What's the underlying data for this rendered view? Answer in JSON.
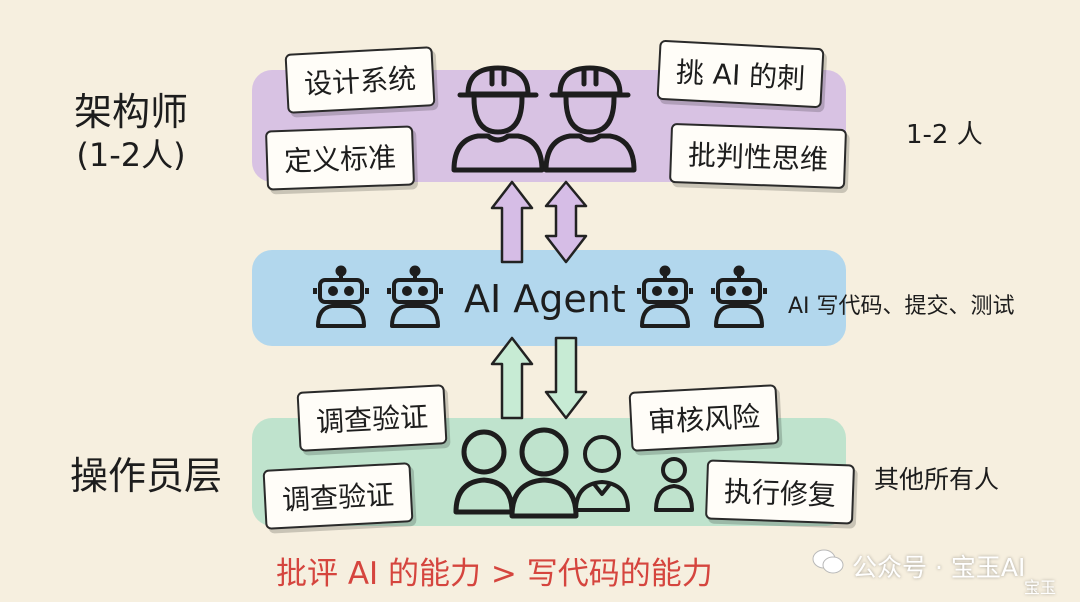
{
  "architect": {
    "label": "架构师",
    "sub_label": "(1-2人)",
    "note": "1-2 人",
    "tags": [
      "设计系统",
      "定义标准",
      "挑 AI 的刺",
      "批判性思维"
    ]
  },
  "agent": {
    "title": "AI Agent",
    "note": "AI 写代码、提交、测试"
  },
  "operator": {
    "label": "操作员层",
    "note": "其他所有人",
    "tags": [
      "调查验证",
      "调查验证",
      "审核风险",
      "执行修复"
    ]
  },
  "conclusion": "批评 AI 的能力 > 写代码的能力",
  "watermark": {
    "text": "公众号 · 宝玉AI",
    "sub": "宝玉"
  },
  "colors": {
    "background": "#f6efdf",
    "architect_layer": "#d8c2e3",
    "agent_layer": "#b2d7ed",
    "operator_layer": "#bfe3cd",
    "arrow_purple": "#d6bde6",
    "arrow_green": "#c7ebd4",
    "conclusion": "#d5453e"
  },
  "icons": [
    "hard-hat-person-icon",
    "robot-icon",
    "person-icon",
    "up-arrow-icon",
    "double-arrow-icon",
    "wechat-logo-icon"
  ]
}
